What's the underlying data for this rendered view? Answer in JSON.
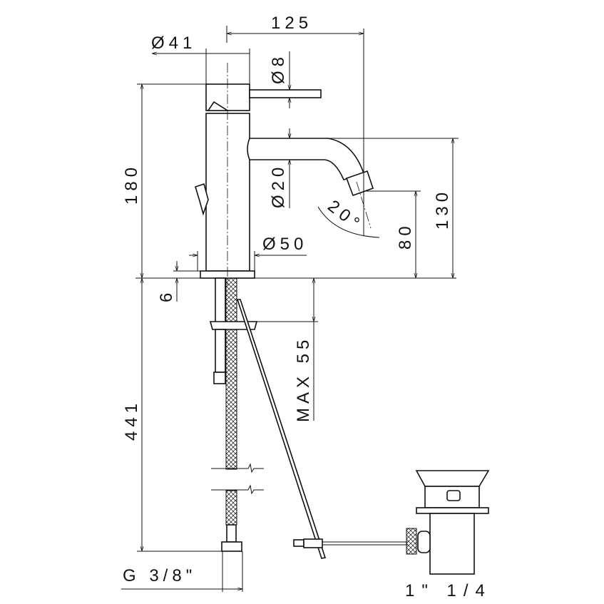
{
  "drawing": {
    "title": "Basin mixer technical drawing",
    "dimensions": {
      "spout_reach": "125",
      "handle_diameter": "Ø41",
      "lever_diameter": "Ø8",
      "spout_diameter": "Ø20",
      "base_diameter": "Ø50",
      "total_height": "180",
      "spout_height": "130",
      "outlet_height": "80",
      "spout_angle": "20°",
      "base_thickness": "6",
      "hose_length": "441",
      "max_deck_thickness": "MAX 55",
      "hose_connection": "G 3/8\"",
      "waste_size": "1\" 1/4"
    }
  }
}
